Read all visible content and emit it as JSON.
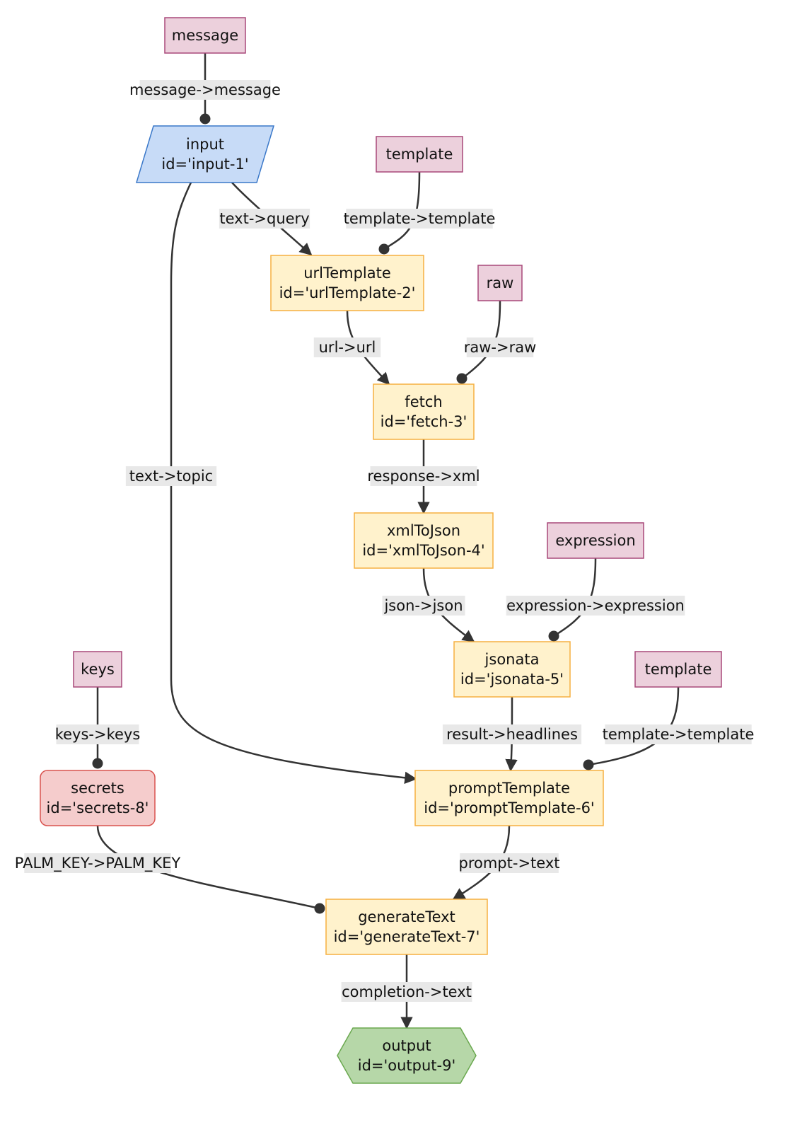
{
  "nodes": [
    {
      "id": "n-message",
      "kind": "constant",
      "lines": [
        "message"
      ]
    },
    {
      "id": "n-input",
      "kind": "input",
      "lines": [
        "input",
        "id='input-1'"
      ]
    },
    {
      "id": "n-template1",
      "kind": "constant",
      "lines": [
        "template"
      ]
    },
    {
      "id": "n-urlTemplate",
      "kind": "component",
      "lines": [
        "urlTemplate",
        "id='urlTemplate-2'"
      ]
    },
    {
      "id": "n-raw",
      "kind": "constant",
      "lines": [
        "raw"
      ]
    },
    {
      "id": "n-fetch",
      "kind": "component",
      "lines": [
        "fetch",
        "id='fetch-3'"
      ]
    },
    {
      "id": "n-xmlToJson",
      "kind": "component",
      "lines": [
        "xmlToJson",
        "id='xmlToJson-4'"
      ]
    },
    {
      "id": "n-expression",
      "kind": "constant",
      "lines": [
        "expression"
      ]
    },
    {
      "id": "n-jsonata",
      "kind": "component",
      "lines": [
        "jsonata",
        "id='jsonata-5'"
      ]
    },
    {
      "id": "n-keys",
      "kind": "constant",
      "lines": [
        "keys"
      ]
    },
    {
      "id": "n-template2",
      "kind": "constant",
      "lines": [
        "template"
      ]
    },
    {
      "id": "n-secrets",
      "kind": "secrets",
      "lines": [
        "secrets",
        "id='secrets-8'"
      ]
    },
    {
      "id": "n-promptTemplate",
      "kind": "component",
      "lines": [
        "promptTemplate",
        "id='promptTemplate-6'"
      ]
    },
    {
      "id": "n-generateText",
      "kind": "component",
      "lines": [
        "generateText",
        "id='generateText-7'"
      ]
    },
    {
      "id": "n-output",
      "kind": "output",
      "lines": [
        "output",
        "id='output-9'"
      ]
    }
  ],
  "edges": [
    {
      "from": "n-message",
      "to": "n-input",
      "label": "message->message",
      "end": "dot"
    },
    {
      "from": "n-input",
      "to": "n-urlTemplate",
      "label": "text->query",
      "end": "arrow"
    },
    {
      "from": "n-template1",
      "to": "n-urlTemplate",
      "label": "template->template",
      "end": "dot"
    },
    {
      "from": "n-urlTemplate",
      "to": "n-fetch",
      "label": "url->url",
      "end": "arrow"
    },
    {
      "from": "n-raw",
      "to": "n-fetch",
      "label": "raw->raw",
      "end": "dot"
    },
    {
      "from": "n-fetch",
      "to": "n-xmlToJson",
      "label": "response->xml",
      "end": "arrow"
    },
    {
      "from": "n-xmlToJson",
      "to": "n-jsonata",
      "label": "json->json",
      "end": "arrow"
    },
    {
      "from": "n-expression",
      "to": "n-jsonata",
      "label": "expression->expression",
      "end": "dot"
    },
    {
      "from": "n-input",
      "to": "n-promptTemplate",
      "label": "text->topic",
      "end": "arrow"
    },
    {
      "from": "n-jsonata",
      "to": "n-promptTemplate",
      "label": "result->headlines",
      "end": "arrow"
    },
    {
      "from": "n-template2",
      "to": "n-promptTemplate",
      "label": "template->template",
      "end": "dot"
    },
    {
      "from": "n-keys",
      "to": "n-secrets",
      "label": "keys->keys",
      "end": "dot"
    },
    {
      "from": "n-secrets",
      "to": "n-generateText",
      "label": "PALM_KEY->PALM_KEY",
      "end": "dot"
    },
    {
      "from": "n-promptTemplate",
      "to": "n-generateText",
      "label": "prompt->text",
      "end": "arrow"
    },
    {
      "from": "n-generateText",
      "to": "n-output",
      "label": "completion->text",
      "end": "arrow"
    }
  ],
  "colors": {
    "constant_fill": "#ecd0dc",
    "input_fill": "#c7dbf7",
    "component_fill": "#fff2cc",
    "secrets_fill": "#f5cccc",
    "output_fill": "#b6d7a8",
    "edge": "#333333"
  }
}
